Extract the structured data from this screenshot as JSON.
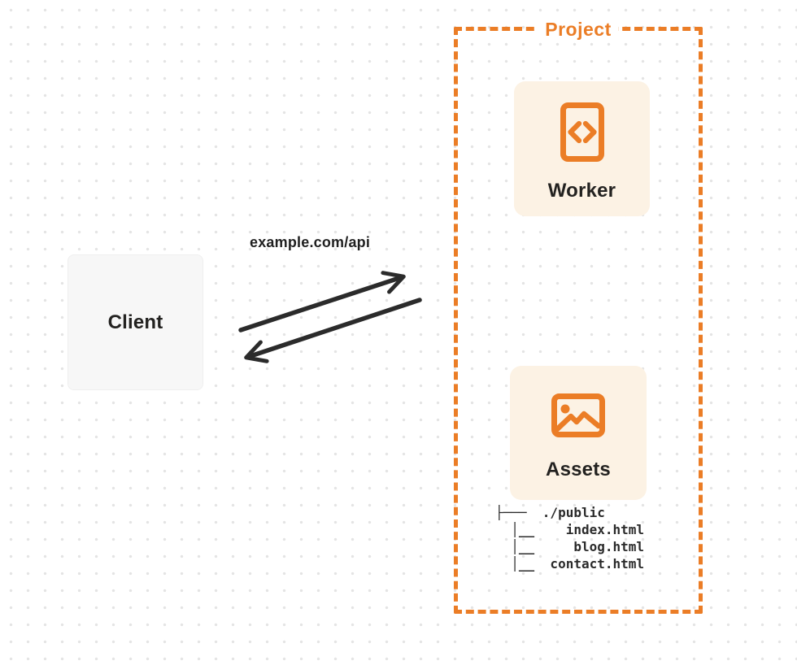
{
  "colors": {
    "accent_orange": "#EB7D26",
    "card_cream": "#FCF2E4",
    "client_gray": "#F7F7F7",
    "ink": "#232220",
    "arrow": "#2B2B2B",
    "dot_grid": "#E4E4E4",
    "page_bg": "#FFFFFF"
  },
  "client": {
    "label": "Client"
  },
  "request": {
    "label": "example.com/api"
  },
  "project": {
    "label": "Project",
    "worker": {
      "label": "Worker",
      "icon": "code-file-icon"
    },
    "assets": {
      "label": "Assets",
      "icon": "image-icon"
    },
    "file_tree": {
      "text": "├───  ./public\n  │__    index.html\n  │__     blog.html\n  │__  contact.html"
    }
  }
}
